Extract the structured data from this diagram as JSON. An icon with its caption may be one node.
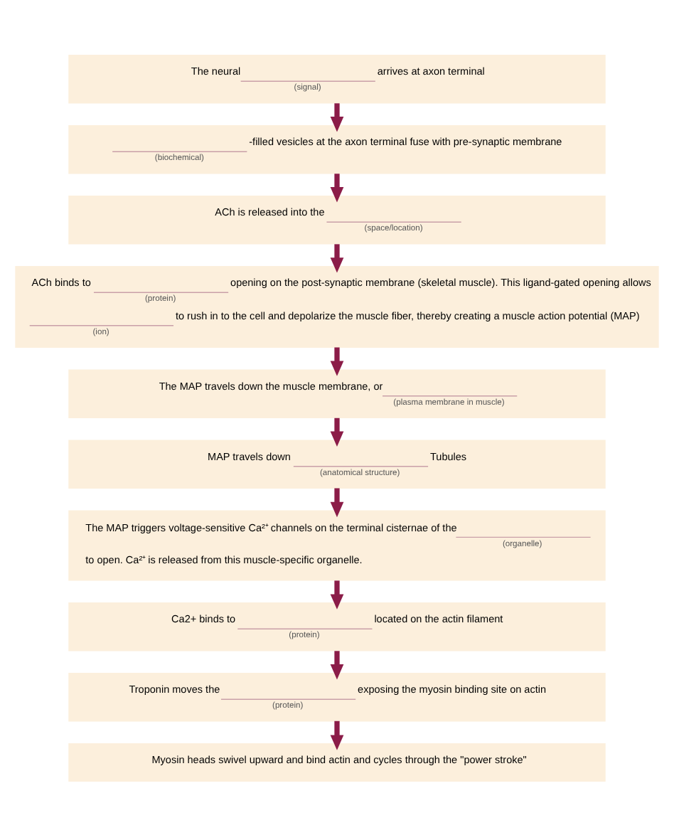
{
  "diagram": {
    "nodes": [
      {
        "text": [
          "The neural",
          "arrives at axon terminal",
          "(signal)"
        ]
      },
      {
        "text": [
          "-filled vesicles at the axon terminal fuse with pre-synaptic membrane",
          "(biochemical)"
        ]
      },
      {
        "text": [
          "ACh is released into the",
          "(space/location)"
        ]
      },
      {
        "text": [
          "ACh binds to",
          "opening on the post-synaptic membrane (skeletal muscle). This ligand-gated opening allows",
          "to rush in to the cell and depolarize the muscle fiber, thereby creating a muscle action potential (MAP)",
          "(protein)",
          "(ion)"
        ]
      },
      {
        "text": [
          "The MAP travels down the muscle membrane, or",
          "(plasma membrane in muscle)"
        ]
      },
      {
        "text": [
          "MAP travels down",
          "Tubules",
          "(anatomical structure)"
        ]
      },
      {
        "text": [
          "The MAP triggers voltage-sensitive Ca²⁺ channels on the terminal cisternae of the",
          "to open. Ca²⁺ is released from this muscle-specific organelle.",
          "(organelle)"
        ]
      },
      {
        "text": [
          "Ca2+ binds to",
          "located on the actin filament",
          "(protein)"
        ]
      },
      {
        "text": [
          "Troponin moves the",
          "exposing the myosin binding site on actin",
          "(protein)"
        ]
      },
      {
        "text": [
          "Myosin heads swivel upward and bind actin and cycles through the \"power stroke\""
        ]
      }
    ],
    "edges": [
      {
        "from": 0,
        "to": 1,
        "arrow": "to"
      },
      {
        "from": 1,
        "to": 2,
        "arrow": "to"
      },
      {
        "from": 2,
        "to": 3,
        "arrow": "to"
      },
      {
        "from": 3,
        "to": 4,
        "arrow": "to"
      },
      {
        "from": 4,
        "to": 5,
        "arrow": "to"
      },
      {
        "from": 5,
        "to": 6,
        "arrow": "to"
      },
      {
        "from": 6,
        "to": 7,
        "arrow": "to"
      },
      {
        "from": 7,
        "to": 8,
        "arrow": "to"
      },
      {
        "from": 8,
        "to": 9,
        "arrow": "to"
      }
    ]
  }
}
